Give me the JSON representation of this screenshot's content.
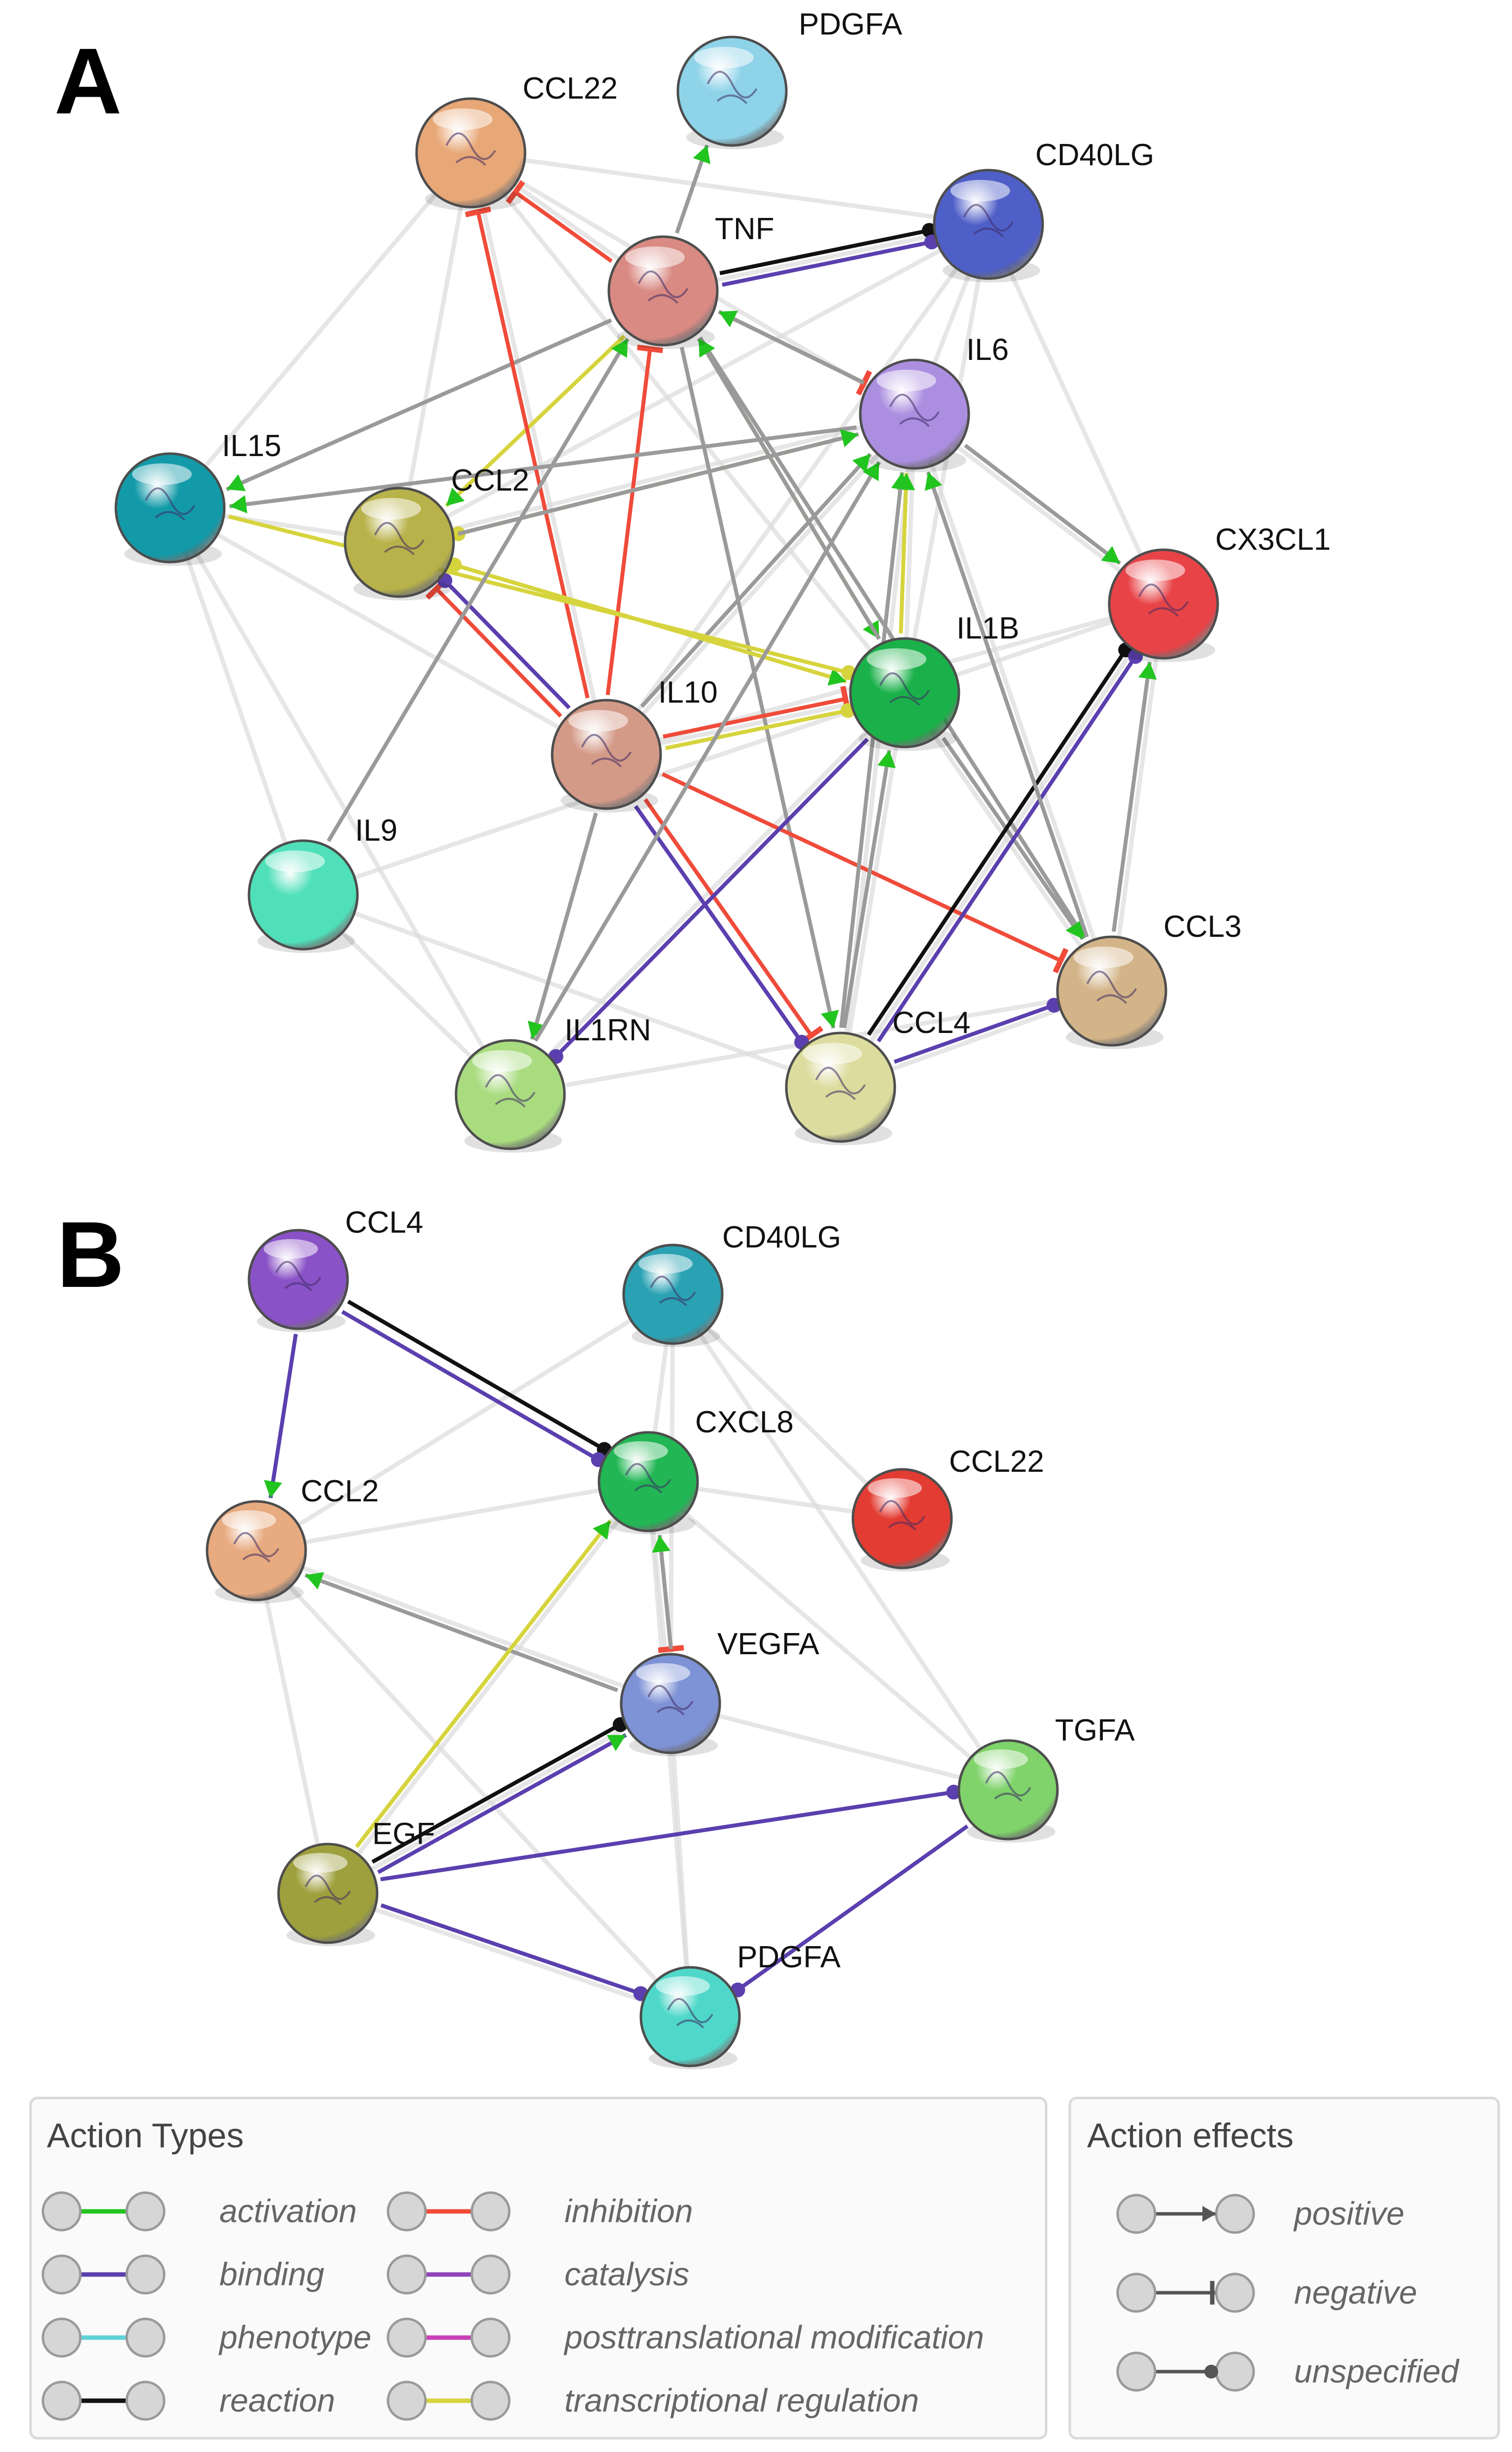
{
  "panels": [
    {
      "letter": "A",
      "nodes": [
        {
          "id": "PDGFA",
          "label": "PDGFA",
          "color": "#8fd3e9"
        },
        {
          "id": "CCL22",
          "label": "CCL22",
          "color": "#e8a777"
        },
        {
          "id": "CD40LG",
          "label": "CD40LG",
          "color": "#4f5fc8"
        },
        {
          "id": "TNF",
          "label": "TNF",
          "color": "#d98a83"
        },
        {
          "id": "IL6",
          "label": "IL6",
          "color": "#ab8ee0"
        },
        {
          "id": "IL15",
          "label": "IL15",
          "color": "#139aa8"
        },
        {
          "id": "CCL2",
          "label": "CCL2",
          "color": "#b8b24a"
        },
        {
          "id": "CX3CL1",
          "label": "CX3CL1",
          "color": "#e84448"
        },
        {
          "id": "IL1B",
          "label": "IL1B",
          "color": "#1bb14a"
        },
        {
          "id": "IL10",
          "label": "IL10",
          "color": "#d49a88"
        },
        {
          "id": "IL9",
          "label": "IL9",
          "color": "#4fe0b9"
        },
        {
          "id": "CCL3",
          "label": "CCL3",
          "color": "#d3b488"
        },
        {
          "id": "IL1RN",
          "label": "IL1RN",
          "color": "#a9dc7f"
        },
        {
          "id": "CCL4",
          "label": "CCL4",
          "color": "#dcdc9e"
        }
      ],
      "edges": [
        {
          "s": "TNF",
          "t": "CD40LG",
          "type": "reaction",
          "effect": "unspecified"
        },
        {
          "s": "TNF",
          "t": "CD40LG",
          "type": "binding",
          "effect": "unspecified"
        },
        {
          "s": "TNF",
          "t": "PDGFA",
          "type": "activation",
          "effect": "positive"
        },
        {
          "s": "TNF",
          "t": "IL6",
          "type": "inhibition",
          "effect": "negative"
        },
        {
          "s": "TNF",
          "t": "CCL2",
          "type": "transcriptional regulation",
          "effect": "positive"
        },
        {
          "s": "TNF",
          "t": "IL15",
          "type": "activation",
          "effect": "positive"
        },
        {
          "s": "TNF",
          "t": "IL1B",
          "type": "transcriptional regulation",
          "effect": "positive"
        },
        {
          "s": "TNF",
          "t": "CCL4",
          "type": "activation",
          "effect": "positive"
        },
        {
          "s": "TNF",
          "t": "CCL3",
          "type": "activation",
          "effect": "positive"
        },
        {
          "s": "TNF",
          "t": "CCL22",
          "type": "inhibition",
          "effect": "negative"
        },
        {
          "s": "IL10",
          "t": "TNF",
          "type": "inhibition",
          "effect": "negative"
        },
        {
          "s": "IL10",
          "t": "CCL2",
          "type": "inhibition",
          "effect": "negative"
        },
        {
          "s": "IL10",
          "t": "CCL2",
          "type": "binding",
          "effect": "unspecified"
        },
        {
          "s": "IL10",
          "t": "IL1B",
          "type": "inhibition",
          "effect": "negative"
        },
        {
          "s": "IL10",
          "t": "IL1B",
          "type": "transcriptional regulation",
          "effect": "unspecified"
        },
        {
          "s": "IL10",
          "t": "CCL4",
          "type": "inhibition",
          "effect": "negative"
        },
        {
          "s": "IL10",
          "t": "CCL4",
          "type": "binding",
          "effect": "unspecified"
        },
        {
          "s": "IL10",
          "t": "IL6",
          "type": "activation",
          "effect": "positive"
        },
        {
          "s": "IL10",
          "t": "CCL22",
          "type": "inhibition",
          "effect": "negative"
        },
        {
          "s": "IL10",
          "t": "IL1RN",
          "type": "activation",
          "effect": "positive"
        },
        {
          "s": "IL10",
          "t": "CCL3",
          "type": "inhibition",
          "effect": "negative"
        },
        {
          "s": "IL1B",
          "t": "IL6",
          "type": "transcriptional regulation",
          "effect": "positive"
        },
        {
          "s": "IL1B",
          "t": "CCL2",
          "type": "transcriptional regulation",
          "effect": "unspecified"
        },
        {
          "s": "IL1B",
          "t": "TNF",
          "type": "activation",
          "effect": "positive"
        },
        {
          "s": "IL1B",
          "t": "IL1RN",
          "type": "binding",
          "effect": "unspecified"
        },
        {
          "s": "IL1B",
          "t": "CCL3",
          "type": "activation",
          "effect": "positive"
        },
        {
          "s": "IL6",
          "t": "CCL2",
          "type": "transcriptional regulation",
          "effect": "unspecified"
        },
        {
          "s": "IL6",
          "t": "IL15",
          "type": "activation",
          "effect": "positive"
        },
        {
          "s": "IL6",
          "t": "CX3CL1",
          "type": "activation",
          "effect": "positive"
        },
        {
          "s": "IL6",
          "t": "TNF",
          "type": "activation",
          "effect": "positive"
        },
        {
          "s": "CCL2",
          "t": "IL1B",
          "type": "transcriptional regulation",
          "effect": "positive"
        },
        {
          "s": "CCL2",
          "t": "IL6",
          "type": "activation",
          "effect": "positive"
        },
        {
          "s": "IL15",
          "t": "IL1B",
          "type": "transcriptional regulation",
          "effect": "unspecified"
        },
        {
          "s": "CCL4",
          "t": "CX3CL1",
          "type": "reaction",
          "effect": "unspecified"
        },
        {
          "s": "CCL4",
          "t": "CX3CL1",
          "type": "binding",
          "effect": "unspecified"
        },
        {
          "s": "CCL4",
          "t": "CCL3",
          "type": "binding",
          "effect": "unspecified"
        },
        {
          "s": "CCL3",
          "t": "IL6",
          "type": "activation",
          "effect": "positive"
        },
        {
          "s": "CCL3",
          "t": "CX3CL1",
          "type": "activation",
          "effect": "positive"
        },
        {
          "s": "CCL4",
          "t": "IL1B",
          "type": "activation",
          "effect": "positive"
        },
        {
          "s": "CCL4",
          "t": "IL6",
          "type": "activation",
          "effect": "positive"
        },
        {
          "s": "IL1RN",
          "t": "IL6",
          "type": "activation",
          "effect": "positive"
        },
        {
          "s": "IL9",
          "t": "TNF",
          "type": "activation",
          "effect": "positive"
        }
      ]
    },
    {
      "letter": "B",
      "nodes": [
        {
          "id": "CCL4",
          "label": "CCL4",
          "color": "#8a52c7"
        },
        {
          "id": "CD40LG",
          "label": "CD40LG",
          "color": "#2aa2b3"
        },
        {
          "id": "CXCL8",
          "label": "CXCL8",
          "color": "#22b654"
        },
        {
          "id": "CCL22",
          "label": "CCL22",
          "color": "#e33c33"
        },
        {
          "id": "CCL2",
          "label": "CCL2",
          "color": "#e8aa7f"
        },
        {
          "id": "VEGFA",
          "label": "VEGFA",
          "color": "#7e92d6"
        },
        {
          "id": "TGFA",
          "label": "TGFA",
          "color": "#7fd36a"
        },
        {
          "id": "EGF",
          "label": "EGF",
          "color": "#9ea03d"
        },
        {
          "id": "PDGFA",
          "label": "PDGFA",
          "color": "#4fd8c9"
        }
      ],
      "edges": [
        {
          "s": "CCL4",
          "t": "CXCL8",
          "type": "reaction",
          "effect": "unspecified"
        },
        {
          "s": "CCL4",
          "t": "CXCL8",
          "type": "binding",
          "effect": "unspecified"
        },
        {
          "s": "CCL4",
          "t": "CCL2",
          "type": "binding",
          "effect": "positive"
        },
        {
          "s": "CXCL8",
          "t": "VEGFA",
          "type": "inhibition",
          "effect": "negative"
        },
        {
          "s": "VEGFA",
          "t": "CXCL8",
          "type": "activation",
          "effect": "positive"
        },
        {
          "s": "VEGFA",
          "t": "CCL2",
          "type": "activation",
          "effect": "positive"
        },
        {
          "s": "EGF",
          "t": "VEGFA",
          "type": "reaction",
          "effect": "unspecified"
        },
        {
          "s": "EGF",
          "t": "VEGFA",
          "type": "binding",
          "effect": "positive"
        },
        {
          "s": "EGF",
          "t": "CXCL8",
          "type": "transcriptional regulation",
          "effect": "positive"
        },
        {
          "s": "EGF",
          "t": "TGFA",
          "type": "binding",
          "effect": "unspecified"
        },
        {
          "s": "EGF",
          "t": "PDGFA",
          "type": "binding",
          "effect": "unspecified"
        },
        {
          "s": "TGFA",
          "t": "PDGFA",
          "type": "binding",
          "effect": "unspecified"
        }
      ]
    }
  ],
  "legend": {
    "action_types_title": "Action Types",
    "action_types": [
      {
        "label": "activation",
        "color": "#22c41f"
      },
      {
        "label": "inhibition",
        "color": "#f04b3a"
      },
      {
        "label": "binding",
        "color": "#5b3fae"
      },
      {
        "label": "catalysis",
        "color": "#8d44b9"
      },
      {
        "label": "phenotype",
        "color": "#5fd3d6"
      },
      {
        "label": "posttranslational modification",
        "color": "#c93fb8"
      },
      {
        "label": "reaction",
        "color": "#111111"
      },
      {
        "label": "transcriptional regulation",
        "color": "#d6d43d"
      }
    ],
    "action_effects_title": "Action effects",
    "action_effects": [
      {
        "label": "positive",
        "marker": "arrow"
      },
      {
        "label": "negative",
        "marker": "bar"
      },
      {
        "label": "unspecified",
        "marker": "dot"
      }
    ]
  }
}
